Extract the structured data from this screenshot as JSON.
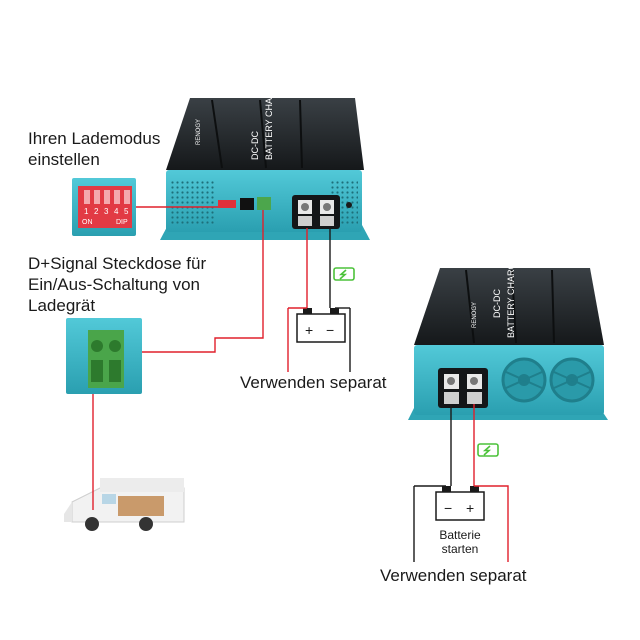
{
  "labels": {
    "mode_setting": [
      "Ihren Lademodus",
      "einstellen"
    ],
    "dsignal_socket": [
      "D+Signal Steckdose für",
      "Ein/Aus-Schaltung von",
      "Ladegrät"
    ],
    "use_separately_left": "Verwenden separat",
    "use_separately_right": "Verwenden separat",
    "start_battery": [
      "Batterie",
      "starten"
    ]
  },
  "device_text": {
    "brand": "RENOGY",
    "model": "DC-DC",
    "product": "BATTERY CHARGER"
  },
  "dip_switch": {
    "numbers": [
      "1",
      "2",
      "3",
      "4",
      "5"
    ],
    "on_label": "ON",
    "dip_label": "DIP"
  },
  "battery_left": {
    "plus": "+",
    "minus": "−"
  },
  "battery_right": {
    "plus": "+",
    "minus": "−"
  },
  "colors": {
    "teal": "#3bb8c8",
    "teal_dark": "#2a94a3",
    "body_black": "#1f2326",
    "wire_red": "#e0202c",
    "wire_black": "#1a1a1a",
    "charge_green": "#4cc23a"
  }
}
